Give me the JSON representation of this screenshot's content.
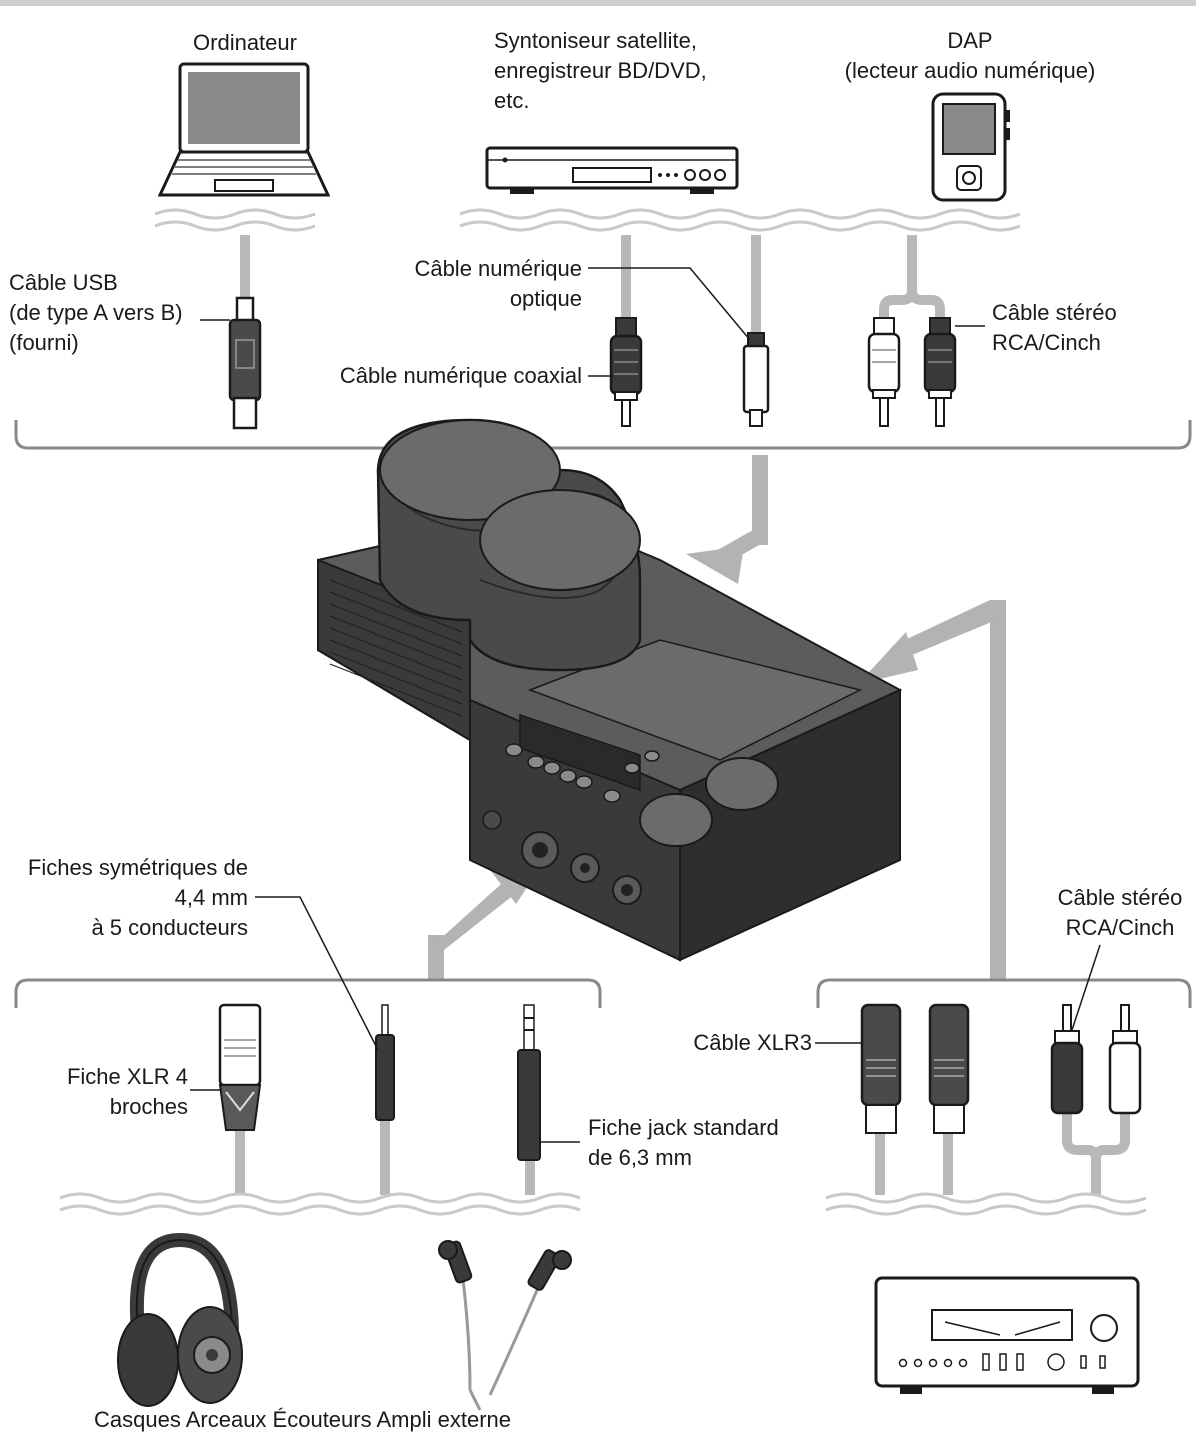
{
  "sources": {
    "computer": "Ordinateur",
    "tuner_line1": "Syntoniseur satellite,",
    "tuner_line2": "enregistreur BD/DVD,",
    "tuner_line3": "etc.",
    "dap_line1": "DAP",
    "dap_line2": "(lecteur audio numérique)"
  },
  "input_cables": {
    "usb_line1": "Câble USB",
    "usb_line2": "(de type A vers B)",
    "usb_line3": "(fourni)",
    "optical_line1": "Câble numérique",
    "optical_line2": "optique",
    "coaxial": "Câble numérique coaxial",
    "rca_line1": "Câble stéréo",
    "rca_line2": "RCA/Cinch"
  },
  "output_plugs": {
    "balanced_line1": "Fiches symétriques de",
    "balanced_line2": "4,4 mm",
    "balanced_line3": "à 5 conducteurs",
    "xlr4_line1": "Fiche XLR 4",
    "xlr4_line2": "broches",
    "jack_line1": "Fiche jack standard",
    "jack_line2": "de 6,3 mm"
  },
  "output_cables": {
    "rca_line1": "Câble stéréo",
    "rca_line2": "RCA/Cinch",
    "xlr3": "Câble XLR3"
  },
  "destinations": {
    "caption": "Casques Arceaux Écouteurs Ampli externe"
  },
  "colors": {
    "line": "#1a1a1a",
    "cable": "#b8b8b8",
    "arrow": "#b3b3b3",
    "device_dark": "#3a3a3a",
    "device_mid": "#5c5c5c",
    "device_light": "#8a8a8a"
  }
}
